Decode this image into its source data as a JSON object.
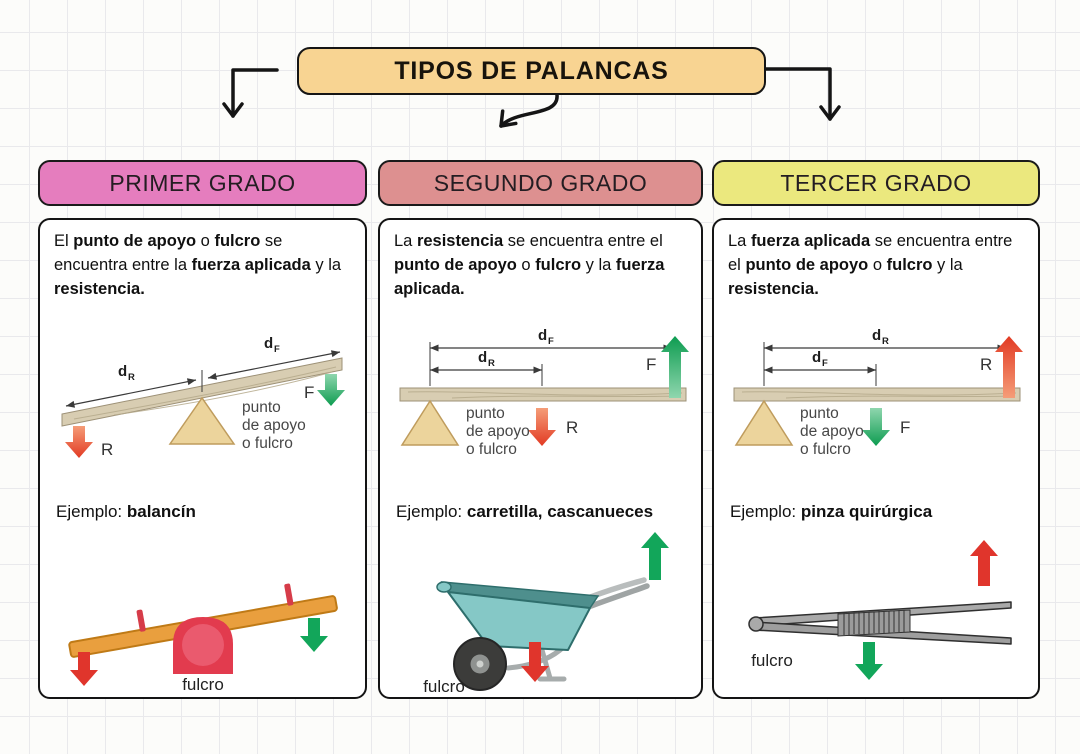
{
  "title": "TIPOS DE PALANCAS",
  "colors": {
    "title-bg": "#f8d492",
    "grade1-bg": "#e57dbe",
    "grade2-bg": "#dd9090",
    "grade3-bg": "#ebe87e",
    "card-bg": "#ffffff",
    "ink": "#151515",
    "red": "#e0352c",
    "green": "#12a65a",
    "wood": "#d8cdb2",
    "fulcrum-tan": "#ecd49c",
    "seesaw-orange": "#e99f3e",
    "seesaw-red": "#e23b4e",
    "barrow-teal": "#85c8c6"
  },
  "columns": [
    {
      "header": "PRIMER GRADO",
      "description": [
        {
          "t": "El "
        },
        {
          "t": "punto de apoyo",
          "b": true
        },
        {
          "t": " o "
        },
        {
          "t": "fulcro",
          "b": true
        },
        {
          "t": " se encuentra entre la "
        },
        {
          "t": "fuerza aplicada",
          "b": true
        },
        {
          "t": " y la "
        },
        {
          "t": "resistencia.",
          "b": true
        }
      ],
      "diagram": {
        "dim1": {
          "base": "d",
          "sub": "R"
        },
        "dim2": {
          "base": "d",
          "sub": "F"
        },
        "resistance": "R",
        "force": "F",
        "fulcrum_lines": [
          "punto",
          "de apoyo",
          "o fulcro"
        ]
      },
      "example": {
        "intro": "Ejemplo: ",
        "name": "balancín",
        "fulcrum_label": "fulcro"
      }
    },
    {
      "header": "SEGUNDO GRADO",
      "description": [
        {
          "t": "La "
        },
        {
          "t": "resistencia",
          "b": true
        },
        {
          "t": " se encuentra entre el "
        },
        {
          "t": "punto de apoyo",
          "b": true
        },
        {
          "t": " o "
        },
        {
          "t": "fulcro",
          "b": true
        },
        {
          "t": " y la "
        },
        {
          "t": "fuerza aplicada.",
          "b": true
        }
      ],
      "diagram": {
        "dim1": {
          "base": "d",
          "sub": "F"
        },
        "dim2": {
          "base": "d",
          "sub": "R"
        },
        "resistance": "R",
        "force": "F",
        "fulcrum_lines": [
          "punto",
          "de apoyo",
          "o fulcro"
        ]
      },
      "example": {
        "intro": "Ejemplo: ",
        "name": "carretilla, cascanueces",
        "fulcrum_label": "fulcro"
      }
    },
    {
      "header": "TERCER GRADO",
      "description": [
        {
          "t": "La "
        },
        {
          "t": "fuerza aplicada",
          "b": true
        },
        {
          "t": " se encuentra entre el "
        },
        {
          "t": "punto de apoyo",
          "b": true
        },
        {
          "t": " o "
        },
        {
          "t": "fulcro",
          "b": true
        },
        {
          "t": " y la "
        },
        {
          "t": "resistencia.",
          "b": true
        }
      ],
      "diagram": {
        "dim1": {
          "base": "d",
          "sub": "R"
        },
        "dim2": {
          "base": "d",
          "sub": "F"
        },
        "resistance": "R",
        "force": "F",
        "fulcrum_lines": [
          "punto",
          "de apoyo",
          "o fulcro"
        ]
      },
      "example": {
        "intro": "Ejemplo: ",
        "name": "pinza quirúrgica",
        "fulcrum_label": "fulcro"
      }
    }
  ]
}
